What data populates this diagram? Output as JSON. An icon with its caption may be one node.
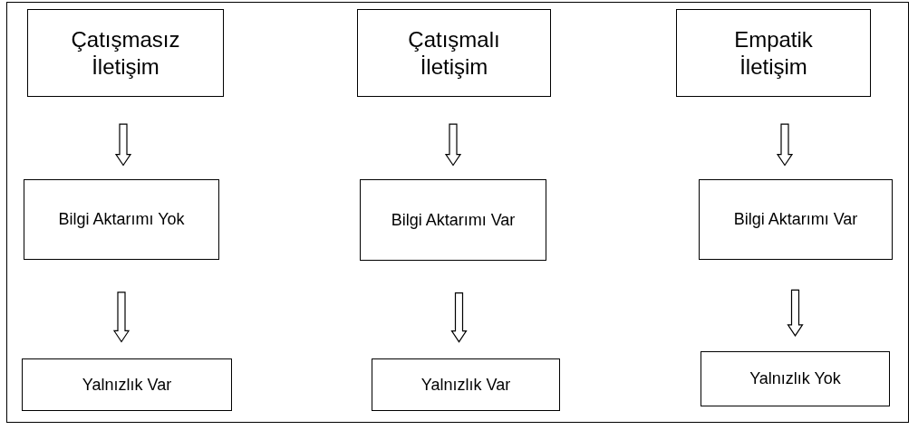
{
  "diagram": {
    "nodes": [
      {
        "text": [
          "Çatışmasız İletişim"
        ]
      },
      {
        "text": [
          "Çatışmalı İletişim"
        ]
      },
      {
        "text": [
          "Empatik İletişim"
        ]
      },
      {
        "text": [
          "Bilgi Aktarımı Yok"
        ]
      },
      {
        "text": [
          "Bilgi Aktarımı Var"
        ]
      },
      {
        "text": [
          "Bilgi Aktarımı Var"
        ]
      },
      {
        "text": [
          "Yalnızlık Var"
        ]
      },
      {
        "text": [
          "Yalnızlık Var"
        ]
      },
      {
        "text": [
          "Yalnızlık Yok"
        ]
      }
    ],
    "edges": [
      {
        "from": 0,
        "to": 3,
        "arrow": "to"
      },
      {
        "from": 3,
        "to": 6,
        "arrow": "to"
      },
      {
        "from": 1,
        "to": 4,
        "arrow": "to"
      },
      {
        "from": 4,
        "to": 7,
        "arrow": "to"
      },
      {
        "from": 2,
        "to": 5,
        "arrow": "to"
      },
      {
        "from": 5,
        "to": 8,
        "arrow": "to"
      }
    ]
  }
}
